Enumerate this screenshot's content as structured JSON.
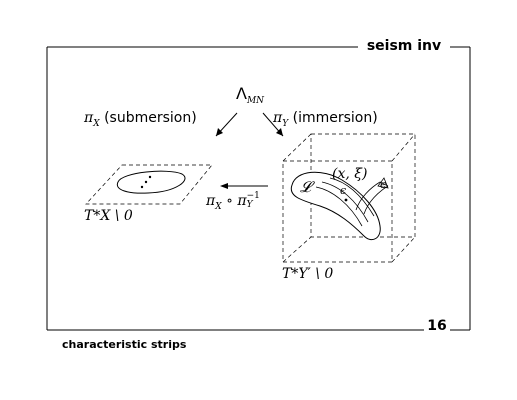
{
  "header": {
    "title": "seism inv"
  },
  "footer": {
    "section": "characteristic strips",
    "page_number": "16"
  },
  "diagram": {
    "top_node": {
      "symbol": "Λ",
      "subscript": "MN"
    },
    "left_arrow": {
      "symbol": "π",
      "subscript": "X",
      "annotation": "(submersion)"
    },
    "right_arrow": {
      "symbol": "π",
      "subscript": "Y",
      "annotation": "(immersion)"
    },
    "composite_arrow": {
      "pre": "π",
      "pre_sub": "X",
      "op": "∘",
      "post": "π",
      "post_sub": "Y",
      "sup": "−1"
    },
    "left_space": {
      "label": "T*X \\ 0"
    },
    "right_space": {
      "label": "T*Y′ \\ 0"
    },
    "surface_label": "𝓛",
    "point_label": "(x, ξ)",
    "epsilon_near": "ϵ",
    "epsilon_far": "ϵ"
  }
}
